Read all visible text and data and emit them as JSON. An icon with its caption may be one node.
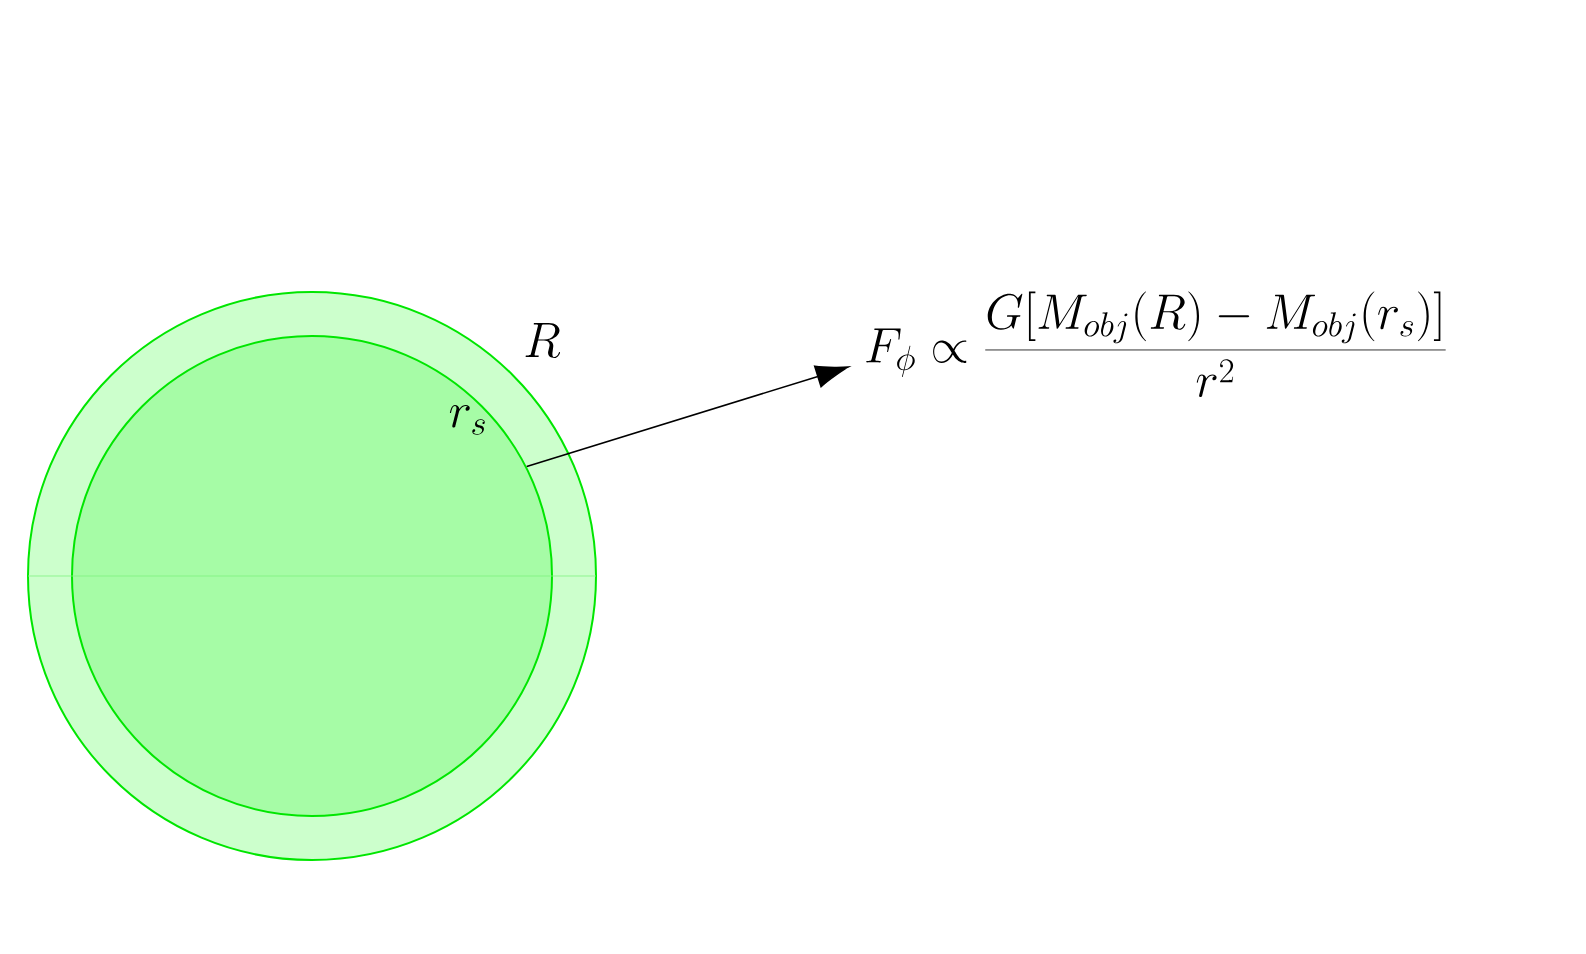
{
  "diagram": {
    "nodes": [
      {
        "text": [],
        "shape": "circle",
        "beside": [
          "R"
        ]
      },
      {
        "text": [
          "r_s"
        ],
        "in": 0
      },
      {
        "text": [
          "F_\\phi \\propto \\frac{G[M_{obj}(R) - M_{obj}(r_s)]}{r^2}"
        ]
      }
    ],
    "edges": [
      {
        "from": 1,
        "to": 2,
        "arrow": "to"
      }
    ]
  }
}
